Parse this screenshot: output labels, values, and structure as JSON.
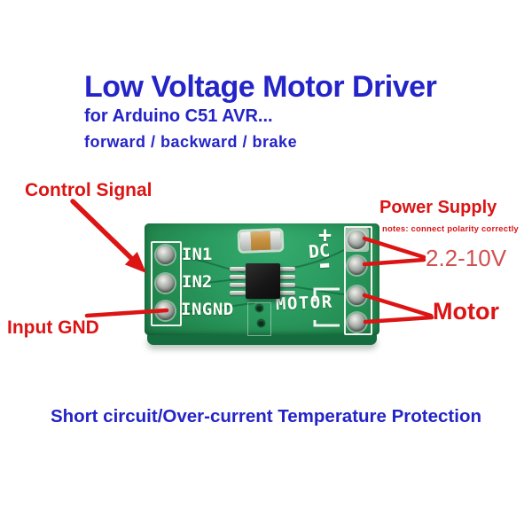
{
  "header": {
    "title": "Low Voltage Motor Driver",
    "subtitle": "for Arduino C51 AVR...",
    "tagline": "forward / backward / brake"
  },
  "callouts": {
    "control_signal": "Control Signal",
    "input_gnd": "Input GND",
    "power_supply": "Power Supply",
    "power_note": "notes: connect polarity correctly",
    "voltage_range": "2.2-10V",
    "motor": "Motor"
  },
  "board": {
    "pin1_label": "IN1",
    "pin2_label": "IN2",
    "pin3_label": "INGND",
    "dc_plus": "+",
    "dc_label": "DC",
    "dc_minus": "-",
    "motor_label": "MOTOR"
  },
  "footer": {
    "protection": "Short circuit/Over-current Temperature Protection"
  },
  "colors": {
    "heading_blue": "#2424c8",
    "annotation_red": "#dc1414",
    "voltage_red": "#d05050",
    "pcb_green": "#2a9b60",
    "silkscreen_white": "#f2f4f1"
  }
}
